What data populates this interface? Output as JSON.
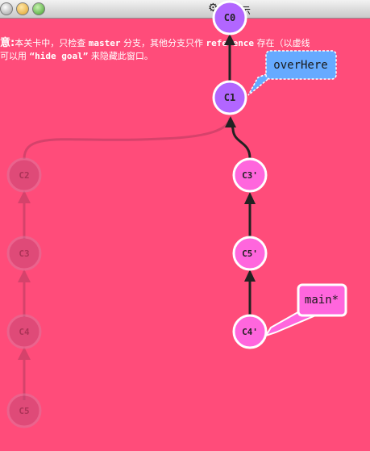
{
  "window": {
    "title_icon": "⚙",
    "title": "示"
  },
  "notice": {
    "heading": "意:",
    "line1_a": "本关卡中，只检查",
    "line1_code1": "master",
    "line1_b": "分支，其他分支只",
    "line1_c": "作",
    "line1_code2": "reference",
    "line1_d": "存在（以虚线",
    "line2_a": "可以用",
    "line2_code": "“hide goal”",
    "line2_b": "来隐藏此窗口。"
  },
  "commits": {
    "c0": "C0",
    "c1": "C1",
    "c3p": "C3'",
    "c5p": "C5'",
    "c4p": "C4'",
    "c2": "C2",
    "c3": "C3",
    "c4": "C4",
    "c5": "C5"
  },
  "branches": {
    "main": "main*",
    "overhere": "overHere"
  },
  "colors": {
    "background": "#ff4c7a",
    "commit_purple": "#b266ff",
    "commit_pink": "#ff66dd",
    "ghost_commit": "#cc5580",
    "branch_blue": "#66aaff",
    "branch_pink": "#ff66dd"
  }
}
